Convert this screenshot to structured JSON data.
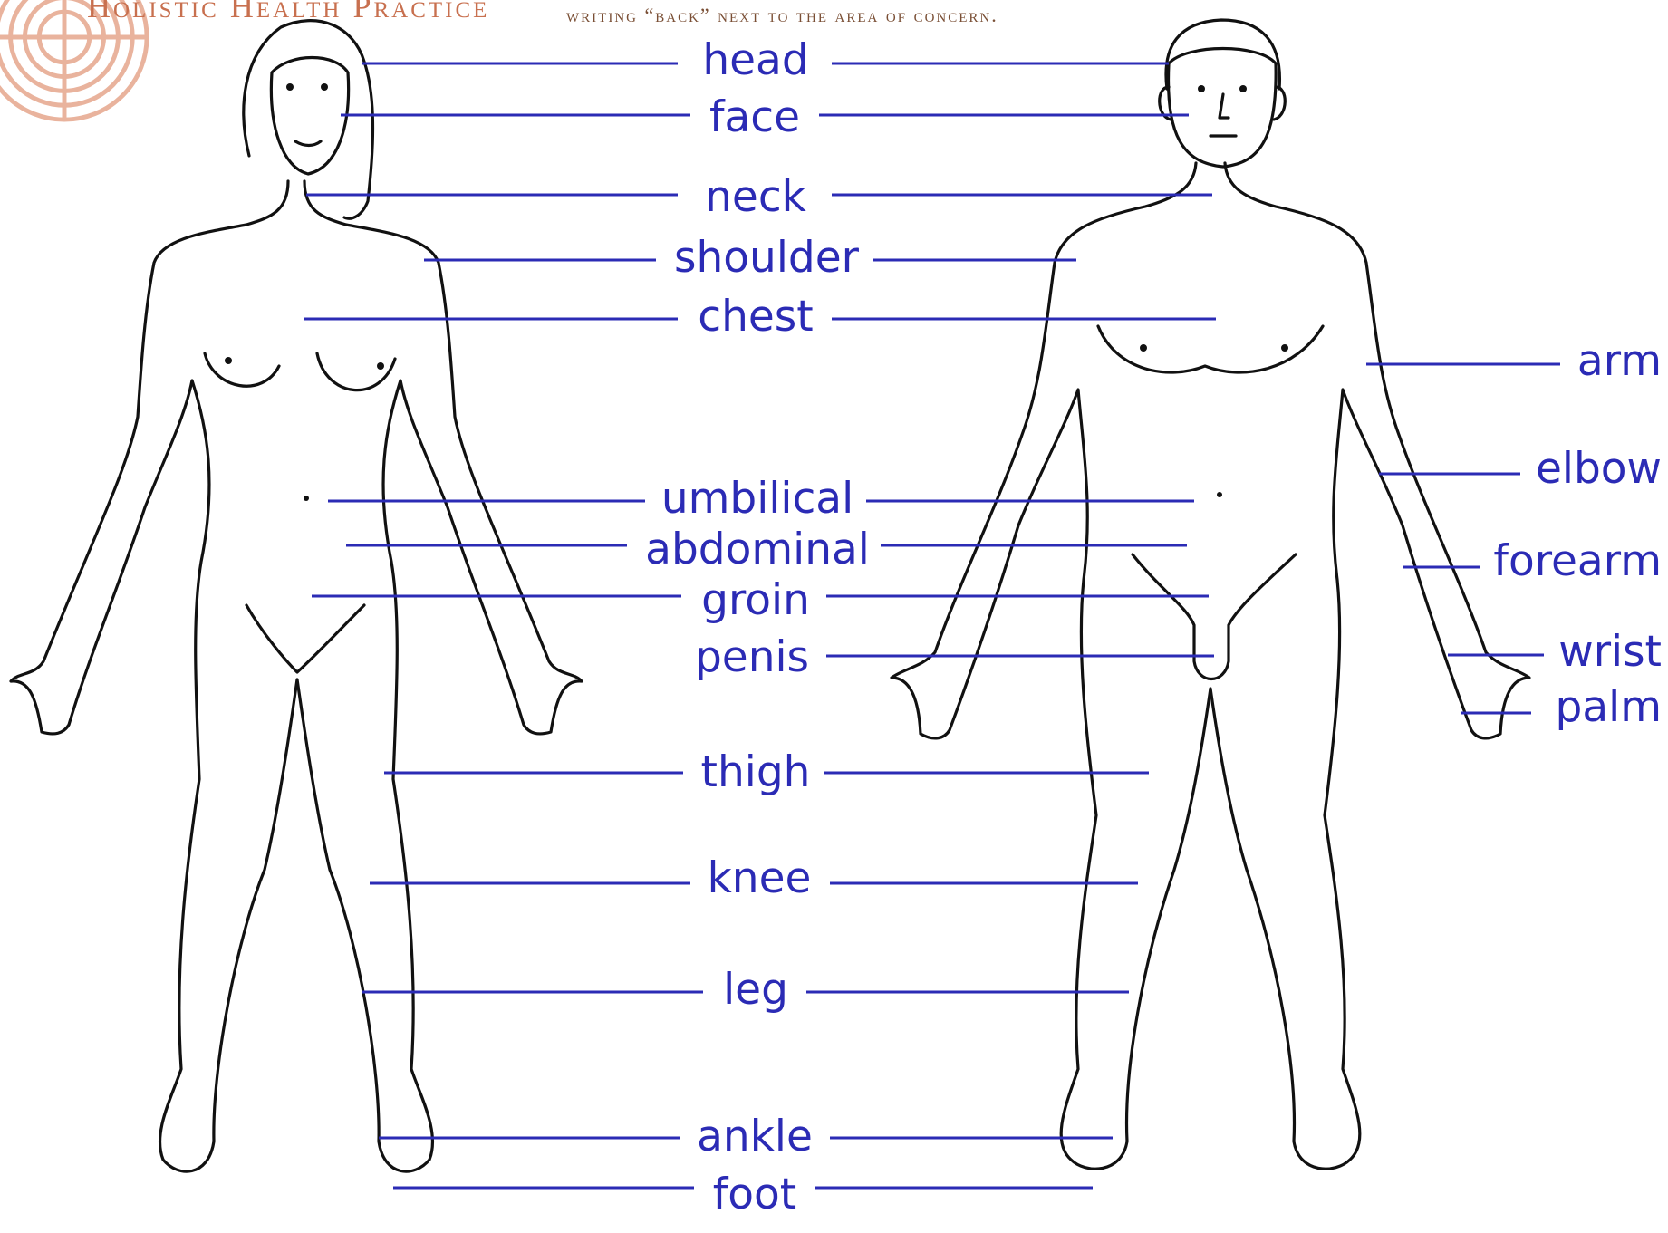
{
  "header": {
    "brand": "Holistic Health Practice",
    "instruction": "writing “back” next to the area of concern."
  },
  "colors": {
    "brand": "#c8704f",
    "label": "#2b2bb5",
    "outline": "#111111"
  },
  "logo": {
    "icon": "labyrinth-seal-icon"
  },
  "labels": {
    "head": "head",
    "face": "face",
    "neck": "neck",
    "shoulder": "shoulder",
    "chest": "chest",
    "umbilical": "umbilical",
    "abdominal": "abdominal",
    "groin": "groin",
    "penis": "penis",
    "thigh": "thigh",
    "knee": "knee",
    "leg": "leg",
    "ankle": "ankle",
    "foot": "foot",
    "arm": "arm",
    "elbow": "elbow",
    "forearm": "forearm",
    "wrist": "wrist",
    "palm": "palm"
  }
}
